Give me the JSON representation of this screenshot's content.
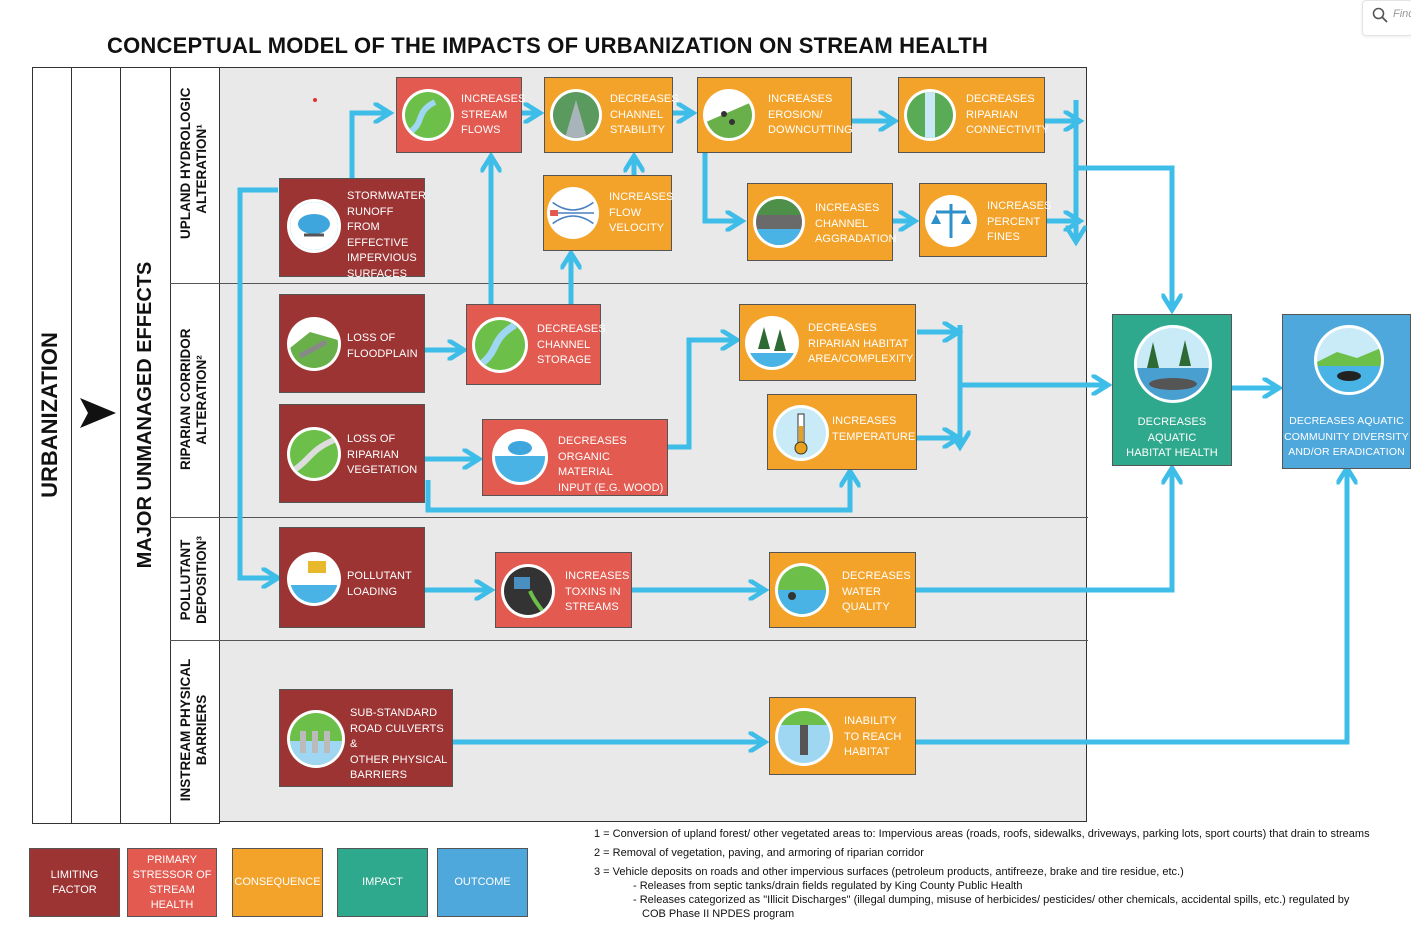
{
  "title": "CONCEPTUAL MODEL OF THE IMPACTS OF URBANIZATION ON STREAM HEALTH",
  "find_placeholder": "Find",
  "columns": {
    "urbanization": "URBANIZATION",
    "major_effects": "MAJOR UNMANAGED EFFECTS"
  },
  "rows": {
    "upland": [
      "UPLAND HYDROLOGIC",
      "ALTERATION¹"
    ],
    "riparian": [
      "RIPARIAN CORRIDOR",
      "ALTERATION²"
    ],
    "pollutant": [
      "POLLUTANT",
      "DEPOSITION³"
    ],
    "instream": [
      "INSTREAM PHYSICAL",
      "BARRIERS"
    ]
  },
  "boxes": {
    "stormwater": [
      "STORMWATER",
      "RUNOFF FROM",
      "EFFECTIVE",
      "IMPERVIOUS",
      "SURFACES"
    ],
    "stream_flows": [
      "INCREASES",
      "STREAM",
      "FLOWS"
    ],
    "channel_stability": [
      "DECREASES",
      "CHANNEL",
      "STABILITY"
    ],
    "erosion": [
      "INCREASES",
      "EROSION/",
      "DOWNCUTTING"
    ],
    "riparian_connectivity": [
      "DECREASES",
      "RIPARIAN",
      "CONNECTIVITY"
    ],
    "flow_velocity": [
      "INCREASES",
      "FLOW",
      "VELOCITY"
    ],
    "aggradation": [
      "INCREASES",
      "CHANNEL",
      "AGGRADATION"
    ],
    "percent_fines": [
      "INCREASES",
      "PERCENT",
      "FINES"
    ],
    "loss_floodplain": [
      "LOSS OF",
      "FLOODPLAIN"
    ],
    "channel_storage": [
      "DECREASES",
      "CHANNEL",
      "STORAGE"
    ],
    "riparian_habitat": [
      "DECREASES",
      "RIPARIAN HABITAT",
      "AREA/COMPLEXITY"
    ],
    "loss_riparian": [
      "LOSS OF",
      "RIPARIAN",
      "VEGETATION"
    ],
    "organic_material": [
      "DECREASES",
      "ORGANIC MATERIAL",
      "INPUT (E.G. WOOD)"
    ],
    "temperature": [
      "INCREASES",
      "TEMPERATURE"
    ],
    "pollutant_loading": [
      "POLLUTANT",
      "LOADING"
    ],
    "toxins": [
      "INCREASES",
      "TOXINS IN",
      "STREAMS"
    ],
    "water_quality": [
      "DECREASES",
      "WATER",
      "QUALITY"
    ],
    "culverts": [
      "SUB-STANDARD",
      "ROAD CULVERTS &",
      "OTHER PHYSICAL",
      "BARRIERS"
    ],
    "reach_habitat": [
      "INABILITY",
      "TO REACH",
      "HABITAT"
    ],
    "aquatic_habitat": [
      "DECREASES AQUATIC",
      "HABITAT HEALTH"
    ],
    "community_diversity": [
      "DECREASES AQUATIC",
      "COMMUNITY DIVERSITY",
      "AND/OR ERADICATION"
    ]
  },
  "legend": {
    "limiting": [
      "LIMITING",
      "FACTOR"
    ],
    "primary": [
      "PRIMARY",
      "STRESSOR OF",
      "STREAM HEALTH"
    ],
    "consequence": [
      "CONSEQUENCE"
    ],
    "impact": [
      "IMPACT"
    ],
    "outcome": [
      "OUTCOME"
    ]
  },
  "notes": [
    "1 = Conversion of upland forest/ other vegetated areas to: Impervious areas (roads, roofs, sidewalks, driveways, parking lots, sport courts) that drain to streams",
    "2 = Removal of vegetation, paving, and armoring of riparian corridor",
    "3 = Vehicle deposits on roads and other impervious surfaces (petroleum products, antifreeze, brake and tire residue, etc.)",
    "- Releases from septic tanks/drain fields regulated by King County Public Health",
    "- Releases categorized as \"Illicit Discharges\" (illegal dumping, misuse of herbicides/ pesticides/ other chemicals, accidental spills, etc.) regulated by",
    "COB Phase II NPDES program"
  ],
  "colors": {
    "limiting": "#9c3434",
    "primary": "#e25a50",
    "consequence": "#f4a32a",
    "impact": "#2fa98d",
    "outcome": "#4fa8dc",
    "arrow": "#3dbde8"
  }
}
